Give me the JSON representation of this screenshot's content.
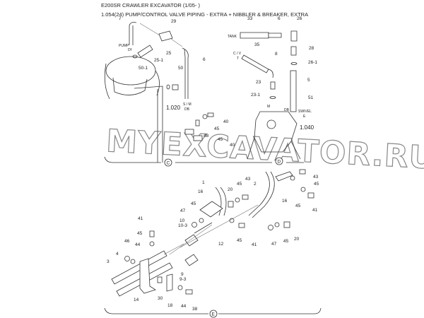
{
  "header": {
    "model": "E200SR CRAWLER EXCAVATOR (1/05- )",
    "section": "1.054(24) PUMP/CONTROL VALVE PIPING - EXTRA + NIBBLER & BREAKER, EXTRA"
  },
  "watermark": "MYEXCAVATOR.RU",
  "upper": {
    "labels": [
      "7",
      "29",
      "PUMP",
      "Df",
      "25",
      "25-1",
      "50-1",
      "50",
      "6",
      "S / M",
      "DB",
      "1.020",
      "33",
      "6",
      "26",
      "TANK",
      "35",
      "C / V",
      "T",
      "8",
      "28",
      "26-1",
      "23",
      "5",
      "23-1",
      "51",
      "M",
      "DB",
      "SWIVEL",
      "E",
      "1.040",
      "40",
      "45",
      "48",
      "45",
      "40"
    ],
    "section_mark_c": "C",
    "section_mark_d": "D"
  },
  "lower": {
    "labels": [
      "1",
      "20",
      "16",
      "45",
      "43",
      "2",
      "43",
      "45",
      "16",
      "45",
      "41",
      "47",
      "45",
      "10",
      "10-3",
      "12",
      "45",
      "41",
      "47",
      "45",
      "20",
      "41",
      "45",
      "46",
      "44",
      "3",
      "4",
      "9",
      "9-3",
      "14",
      "30",
      "18",
      "44",
      "38"
    ],
    "section_mark_e": "E"
  }
}
